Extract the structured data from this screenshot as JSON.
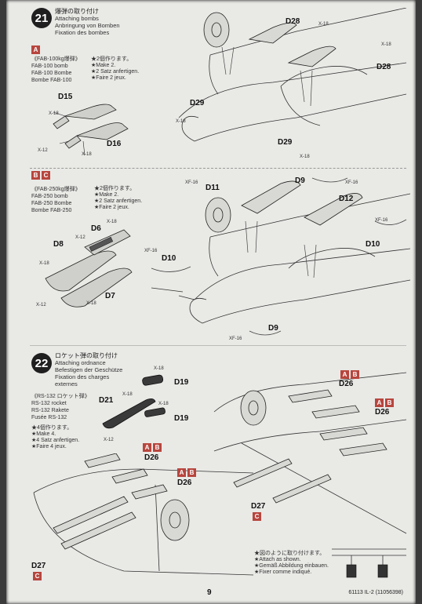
{
  "step21": {
    "number": "21",
    "title_jp": "爆弾の取り付け",
    "title_en": "Attaching bombs",
    "title_de": "Anbringung von Bomben",
    "title_fr": "Fixation des bombes",
    "variant_a": {
      "label": "A",
      "name_jp": "《FAB-100kg爆弾》",
      "name_en": "FAB-100 bomb",
      "name_de": "FAB-100 Bombe",
      "name_fr": "Bombe FAB-100",
      "note_jp": "★2個作ります。",
      "note_en": "★Make 2.",
      "note_de": "★2 Satz anfertigen.",
      "note_fr": "★Faire 2 jeux."
    },
    "variant_bc": {
      "labels": [
        "B",
        "C"
      ],
      "name_jp": "《FAB-250kg爆弾》",
      "name_en": "FAB-250 bomb",
      "name_de": "FAB-250 Bombe",
      "name_fr": "Bombe FAB-250",
      "note_jp": "★2個作ります。",
      "note_en": "★Make 2.",
      "note_de": "★2 Satz anfertigen.",
      "note_fr": "★Faire 2 jeux."
    },
    "parts": {
      "d28": "D28",
      "d29": "D29",
      "d15": "D15",
      "d16": "D16",
      "d11": "D11",
      "d9": "D9",
      "d12": "D12",
      "d10": "D10",
      "d6": "D6",
      "d8": "D8",
      "d7": "D7",
      "x18": "X-18",
      "x12": "X-12",
      "xf16": "XF-16"
    }
  },
  "step22": {
    "number": "22",
    "title_jp": "ロケット弾の取り付け",
    "title_en": "Attaching ordnance",
    "title_de": "Befestigen der Geschütze",
    "title_fr": "Fixation des charges",
    "title_fr2": "externes",
    "rocket": {
      "name_jp": "《RS-132 ロケット弾》",
      "name_en": "RS-132 rocket",
      "name_de": "RS-132 Rakete",
      "name_fr": "Fusée RS-132",
      "note_jp": "★4個作ります。",
      "note_en": "★Make 4.",
      "note_de": "★4 Satz anfertigen.",
      "note_fr": "★Faire 4 jeux."
    },
    "variant_ab": [
      "A",
      "B"
    ],
    "variant_c": "C",
    "parts": {
      "d19": "D19",
      "d21": "D21",
      "d26": "D26",
      "d27": "D27",
      "x18": "X-18",
      "x12": "X-12"
    },
    "attach_note": {
      "jp": "★図のように取り付けます。",
      "en": "★Attach as shown.",
      "de": "★Gemäß Abbildung einbauen.",
      "fr": "★Fixer comme indiqué."
    }
  },
  "footer": {
    "page": "9",
    "code": "61113 IL-2 (11056398)"
  }
}
